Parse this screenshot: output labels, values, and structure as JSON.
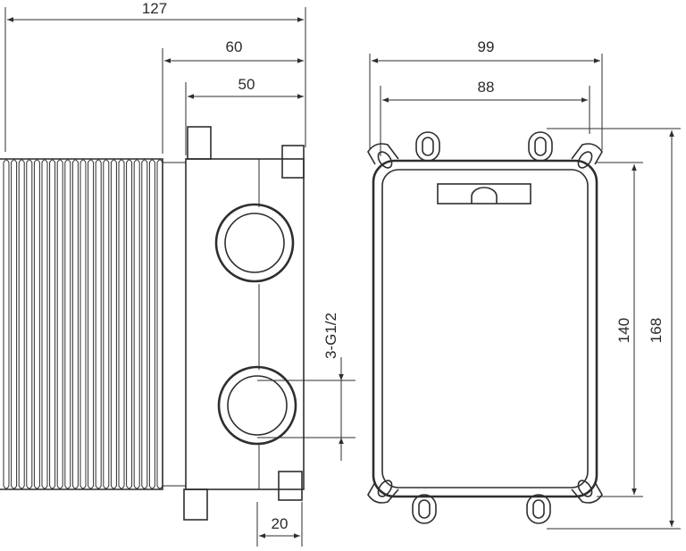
{
  "diagram": {
    "dimensions": {
      "overall_depth": "127",
      "body_depth": "60",
      "body_inner_depth": "50",
      "outlet_offset": "20",
      "thread_spec": "3-G1/2",
      "front_width_outer": "99",
      "front_width_inner": "88",
      "front_height_inner": "140",
      "front_height_outer": "168"
    },
    "colors": {
      "ink": "#2e2e2e",
      "paper": "#ffffff"
    }
  }
}
